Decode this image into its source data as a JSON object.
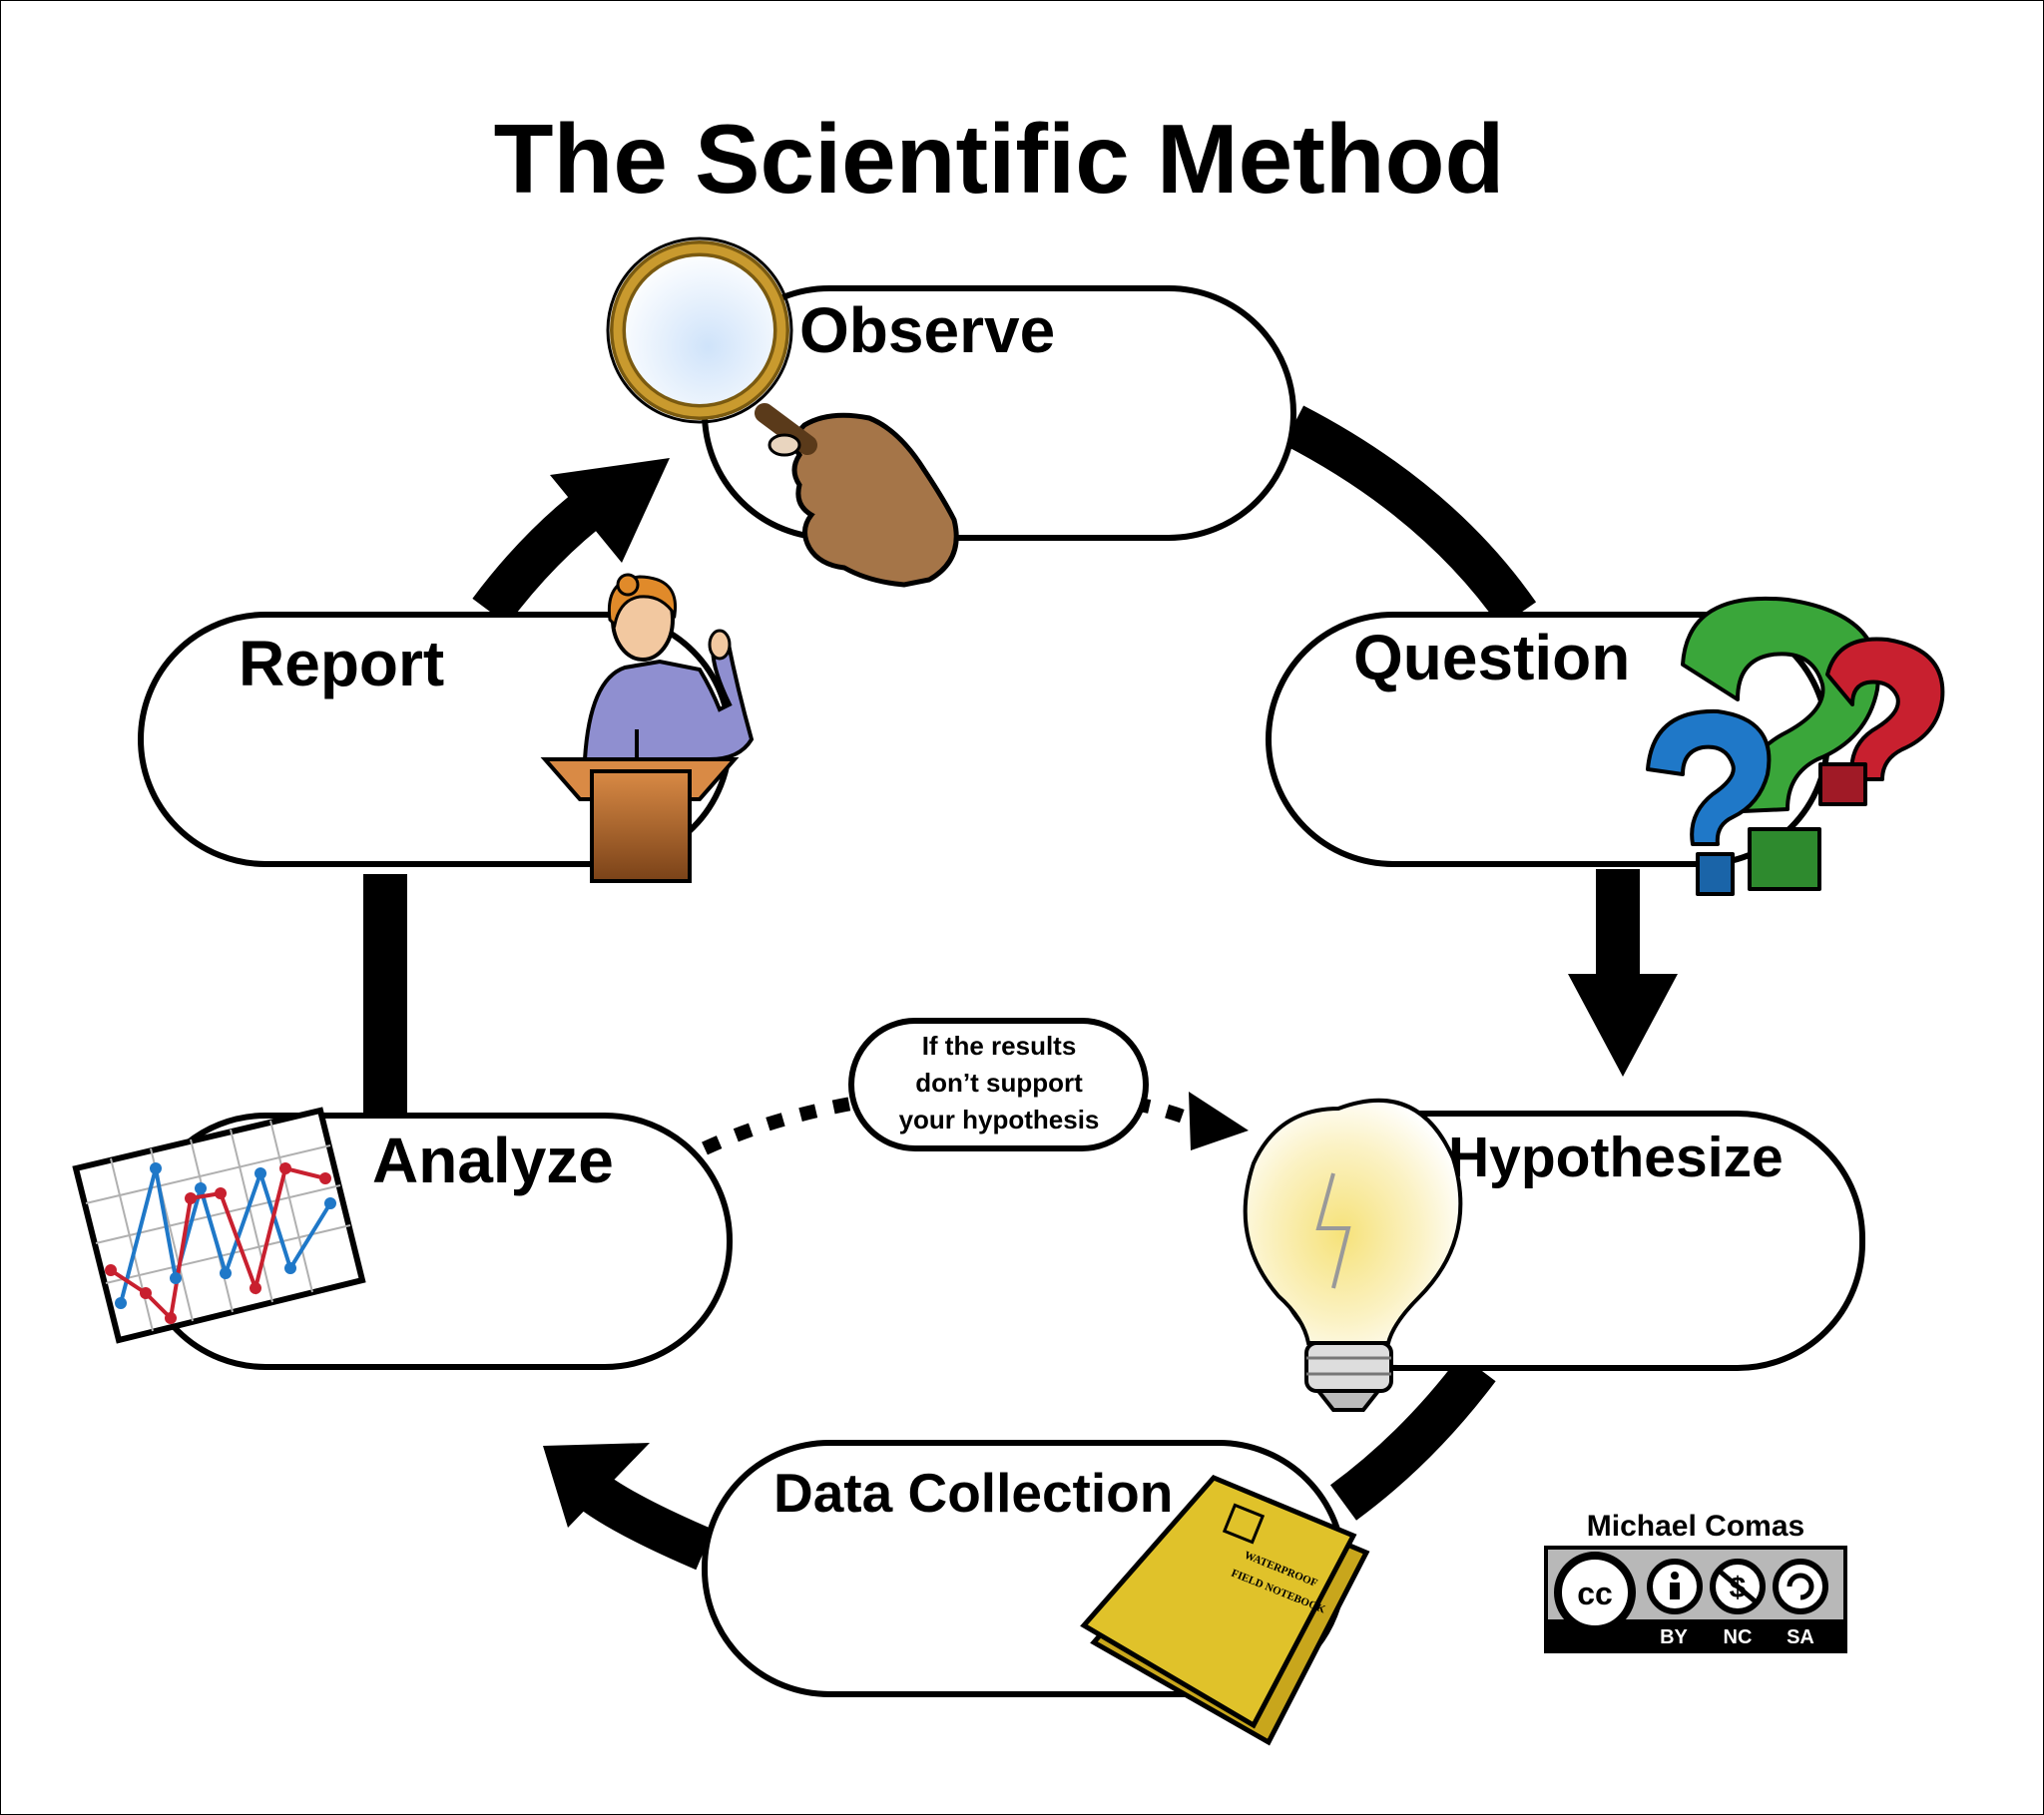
{
  "title": "The Scientific Method",
  "steps": {
    "observe": "Observe",
    "question": "Question",
    "hypothesize": "Hypothesize",
    "data_collection": "Data Collection",
    "analyze": "Analyze",
    "report": "Report"
  },
  "feedback_note": {
    "line1": "If the results",
    "line2": "don’t support",
    "line3": "your hypothesis"
  },
  "credit": {
    "author": "Michael Comas",
    "license_tags": [
      "BY",
      "NC",
      "SA"
    ],
    "license_cc": "cc",
    "notebook_text1": "WATERPROOF",
    "notebook_text2": "FIELD NOTEBOOK"
  },
  "icons": [
    "magnifier-hand-icon",
    "question-marks-icon",
    "light-bulb-icon",
    "notebook-icon",
    "line-graph-icon",
    "speaker-podium-icon"
  ],
  "colors": {
    "q_green": "#3aa63a",
    "q_blue": "#1f78c8",
    "q_red": "#c8202f",
    "bulb": "#f6e27a",
    "notebook": "#e0c22a",
    "skin": "#a0704a",
    "shirt": "#8f8fd0",
    "podium": "#c87a3a"
  }
}
